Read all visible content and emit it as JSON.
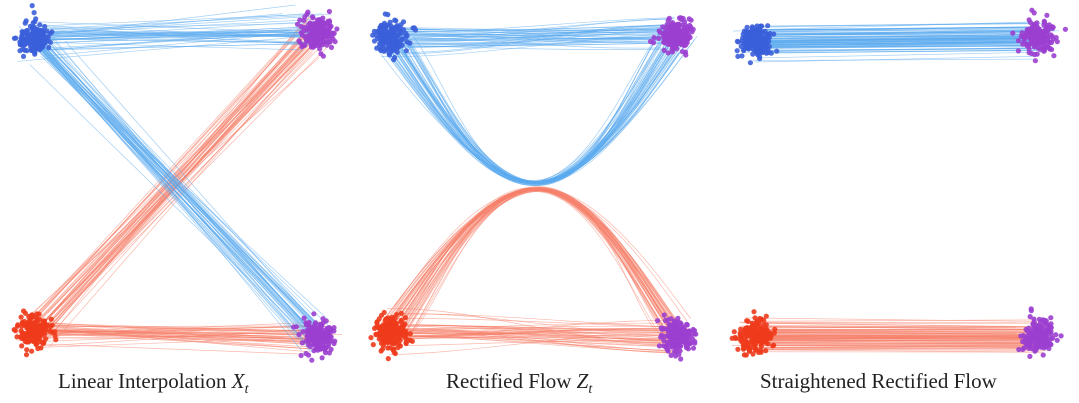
{
  "panels": [
    {
      "caption_main": "Linear Interpolation ",
      "caption_var": "X",
      "caption_sub": "t"
    },
    {
      "caption_main": "Rectified Flow ",
      "caption_var": "Z",
      "caption_sub": "t"
    },
    {
      "caption_main": "Straightened Rectified Flow",
      "caption_var": "",
      "caption_sub": ""
    }
  ],
  "colors": {
    "source_top": "#3b5fd9",
    "source_bottom": "#ee3b1c",
    "target": "#9b3fd0",
    "flow_blue": "#5aa9ee",
    "flow_red": "#f6806a"
  }
}
